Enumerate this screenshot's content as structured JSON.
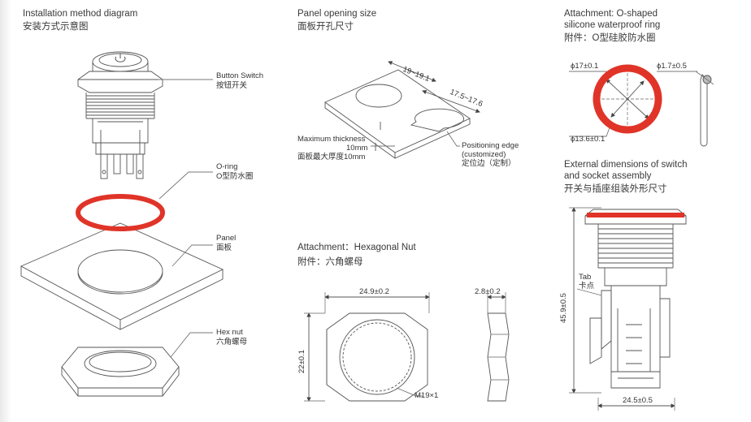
{
  "install": {
    "title_en": "Installation method diagram",
    "title_cn": "安装方式示意图",
    "button_switch_en": "Button Switch",
    "button_switch_cn": "按钮开关",
    "oring_en": "O-ring",
    "oring_cn": "O型防水圈",
    "panel_en": "Panel",
    "panel_cn": "面板",
    "hexnut_en": "Hex nut",
    "hexnut_cn": "六角螺母"
  },
  "panel_opening": {
    "title_en": "Panel opening size",
    "title_cn": "面板开孔尺寸",
    "dim_a": "19~19.1",
    "dim_b": "17.5~17.6",
    "max_thickness_en": "Maximum thickness",
    "max_thickness_val": "10mm",
    "max_thickness_cn": "面板最大厚度10mm",
    "positioning_en": "Positioning edge",
    "positioning_sub": "(customized)",
    "positioning_cn": "定位边（定制）"
  },
  "oring_attach": {
    "title_en_1": "Attachment: O-shaped",
    "title_en_2": "silicone waterproof ring",
    "title_cn": "附件：O型硅胶防水圈",
    "dim_outer": "ϕ17±0.1",
    "dim_section": "ϕ1.7±0.5",
    "dim_inner": "ϕ13.6±0.1"
  },
  "external": {
    "title_en_1": "External dimensions of switch",
    "title_en_2": "and socket assembly",
    "title_cn": "开关与插座组装外形尺寸",
    "tab_en": "Tab",
    "tab_cn": "卡点",
    "height": "45.9±0.5",
    "width": "24.5±0.5"
  },
  "hexnut_attach": {
    "title_en": "Attachment：Hexagonal Nut",
    "title_cn": "附件：六角螺母",
    "dim_width": "24.9±0.2",
    "dim_thick": "2.8±0.2",
    "dim_height": "22±0.1",
    "thread": "M19×1"
  },
  "colors": {
    "ring_red": "#e03428",
    "line": "#555555"
  }
}
